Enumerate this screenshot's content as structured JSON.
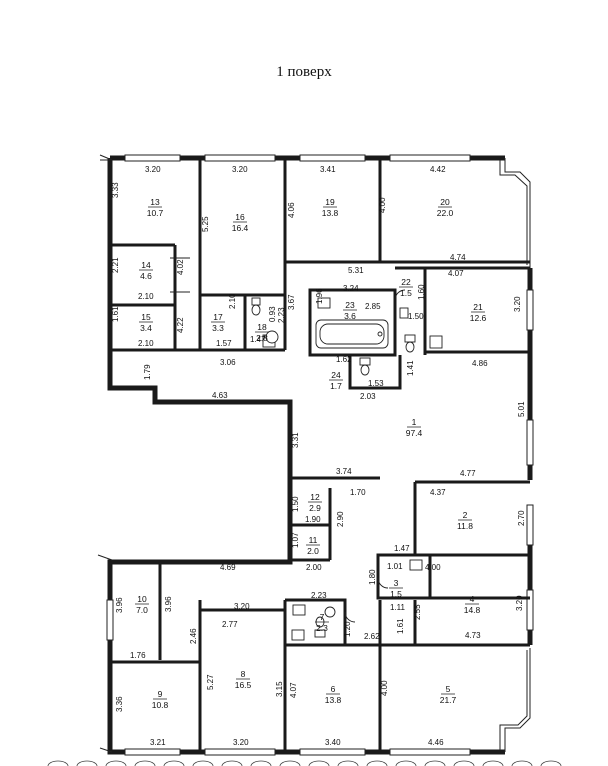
{
  "title": "1 поверх",
  "rooms": [
    {
      "num": "13",
      "area": "10.7"
    },
    {
      "num": "16",
      "area": "16.4"
    },
    {
      "num": "19",
      "area": "13.8"
    },
    {
      "num": "20",
      "area": "22.0"
    },
    {
      "num": "14",
      "area": "4.6"
    },
    {
      "num": "15",
      "area": "3.4"
    },
    {
      "num": "17",
      "area": "3.3"
    },
    {
      "num": "18",
      "area": "2.8"
    },
    {
      "num": "23",
      "area": "3.6"
    },
    {
      "num": "22",
      "area": "1.5"
    },
    {
      "num": "21",
      "area": "12.6"
    },
    {
      "num": "24",
      "area": "1.7"
    },
    {
      "num": "1",
      "area": "97.4"
    },
    {
      "num": "12",
      "area": "2.9"
    },
    {
      "num": "11",
      "area": "2.0"
    },
    {
      "num": "2",
      "area": "11.8"
    },
    {
      "num": "3",
      "area": "1.5"
    },
    {
      "num": "4",
      "area": "14.8"
    },
    {
      "num": "10",
      "area": "7.0"
    },
    {
      "num": "7",
      "area": "2.3"
    },
    {
      "num": "8",
      "area": "16.5"
    },
    {
      "num": "9",
      "area": "10.8"
    },
    {
      "num": "6",
      "area": "13.8"
    },
    {
      "num": "5",
      "area": "21.7"
    }
  ],
  "dimensions": [
    "3.20",
    "3.20",
    "3.41",
    "4.42",
    "3.33",
    "5.25",
    "4.06",
    "4.00",
    "4.74",
    "2.21",
    "4.02",
    "2.10",
    "5.31",
    "4.07",
    "3.24",
    "2.85",
    "1.61",
    "2.10",
    "4.22",
    "2.23",
    "3.67",
    "1.96",
    "1.60",
    "1.50",
    "3.20",
    "2.10",
    "1.57",
    "1.47",
    "0.93",
    "1.62",
    "1.41",
    "4.86",
    "1.79",
    "3.06",
    "1.53",
    "2.03",
    "4.63",
    "5.01",
    "3.31",
    "3.74",
    "4.77",
    "1.70",
    "4.37",
    "1.50",
    "1.90",
    "2.90",
    "2.70",
    "1.07",
    "1.47",
    "2.00",
    "1.01",
    "4.69",
    "1.80",
    "4.00",
    "3.96",
    "3.96",
    "1.11",
    "2.23",
    "2.55",
    "3.20",
    "3.20",
    "2.46",
    "2.77",
    "1.20",
    "1.61",
    "4.73",
    "1.76",
    "2.62",
    "5.27",
    "3.15",
    "4.07",
    "4.00",
    "3.36",
    "3.21",
    "3.20",
    "3.40",
    "4.46"
  ]
}
